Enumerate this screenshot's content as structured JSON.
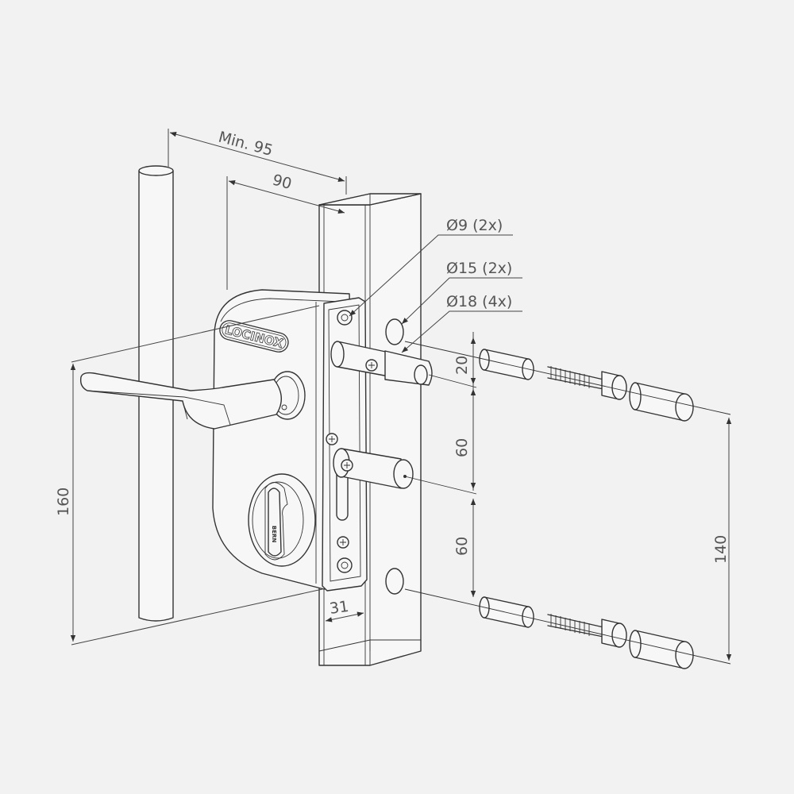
{
  "diagram": {
    "brand_logo": "LOCINOX",
    "cylinder_marking": "BERN",
    "dimensions": {
      "min_post_distance": "Min. 95",
      "handle_offset": "90",
      "hole_d9": "Ø9 (2x)",
      "hole_d15": "Ø15 (2x)",
      "hole_d18": "Ø18 (4x)",
      "spacing_top": "20",
      "spacing_mid": "60",
      "spacing_bottom": "60",
      "fixing_span": "140",
      "lock_height": "160",
      "faceplate_width": "31"
    }
  }
}
